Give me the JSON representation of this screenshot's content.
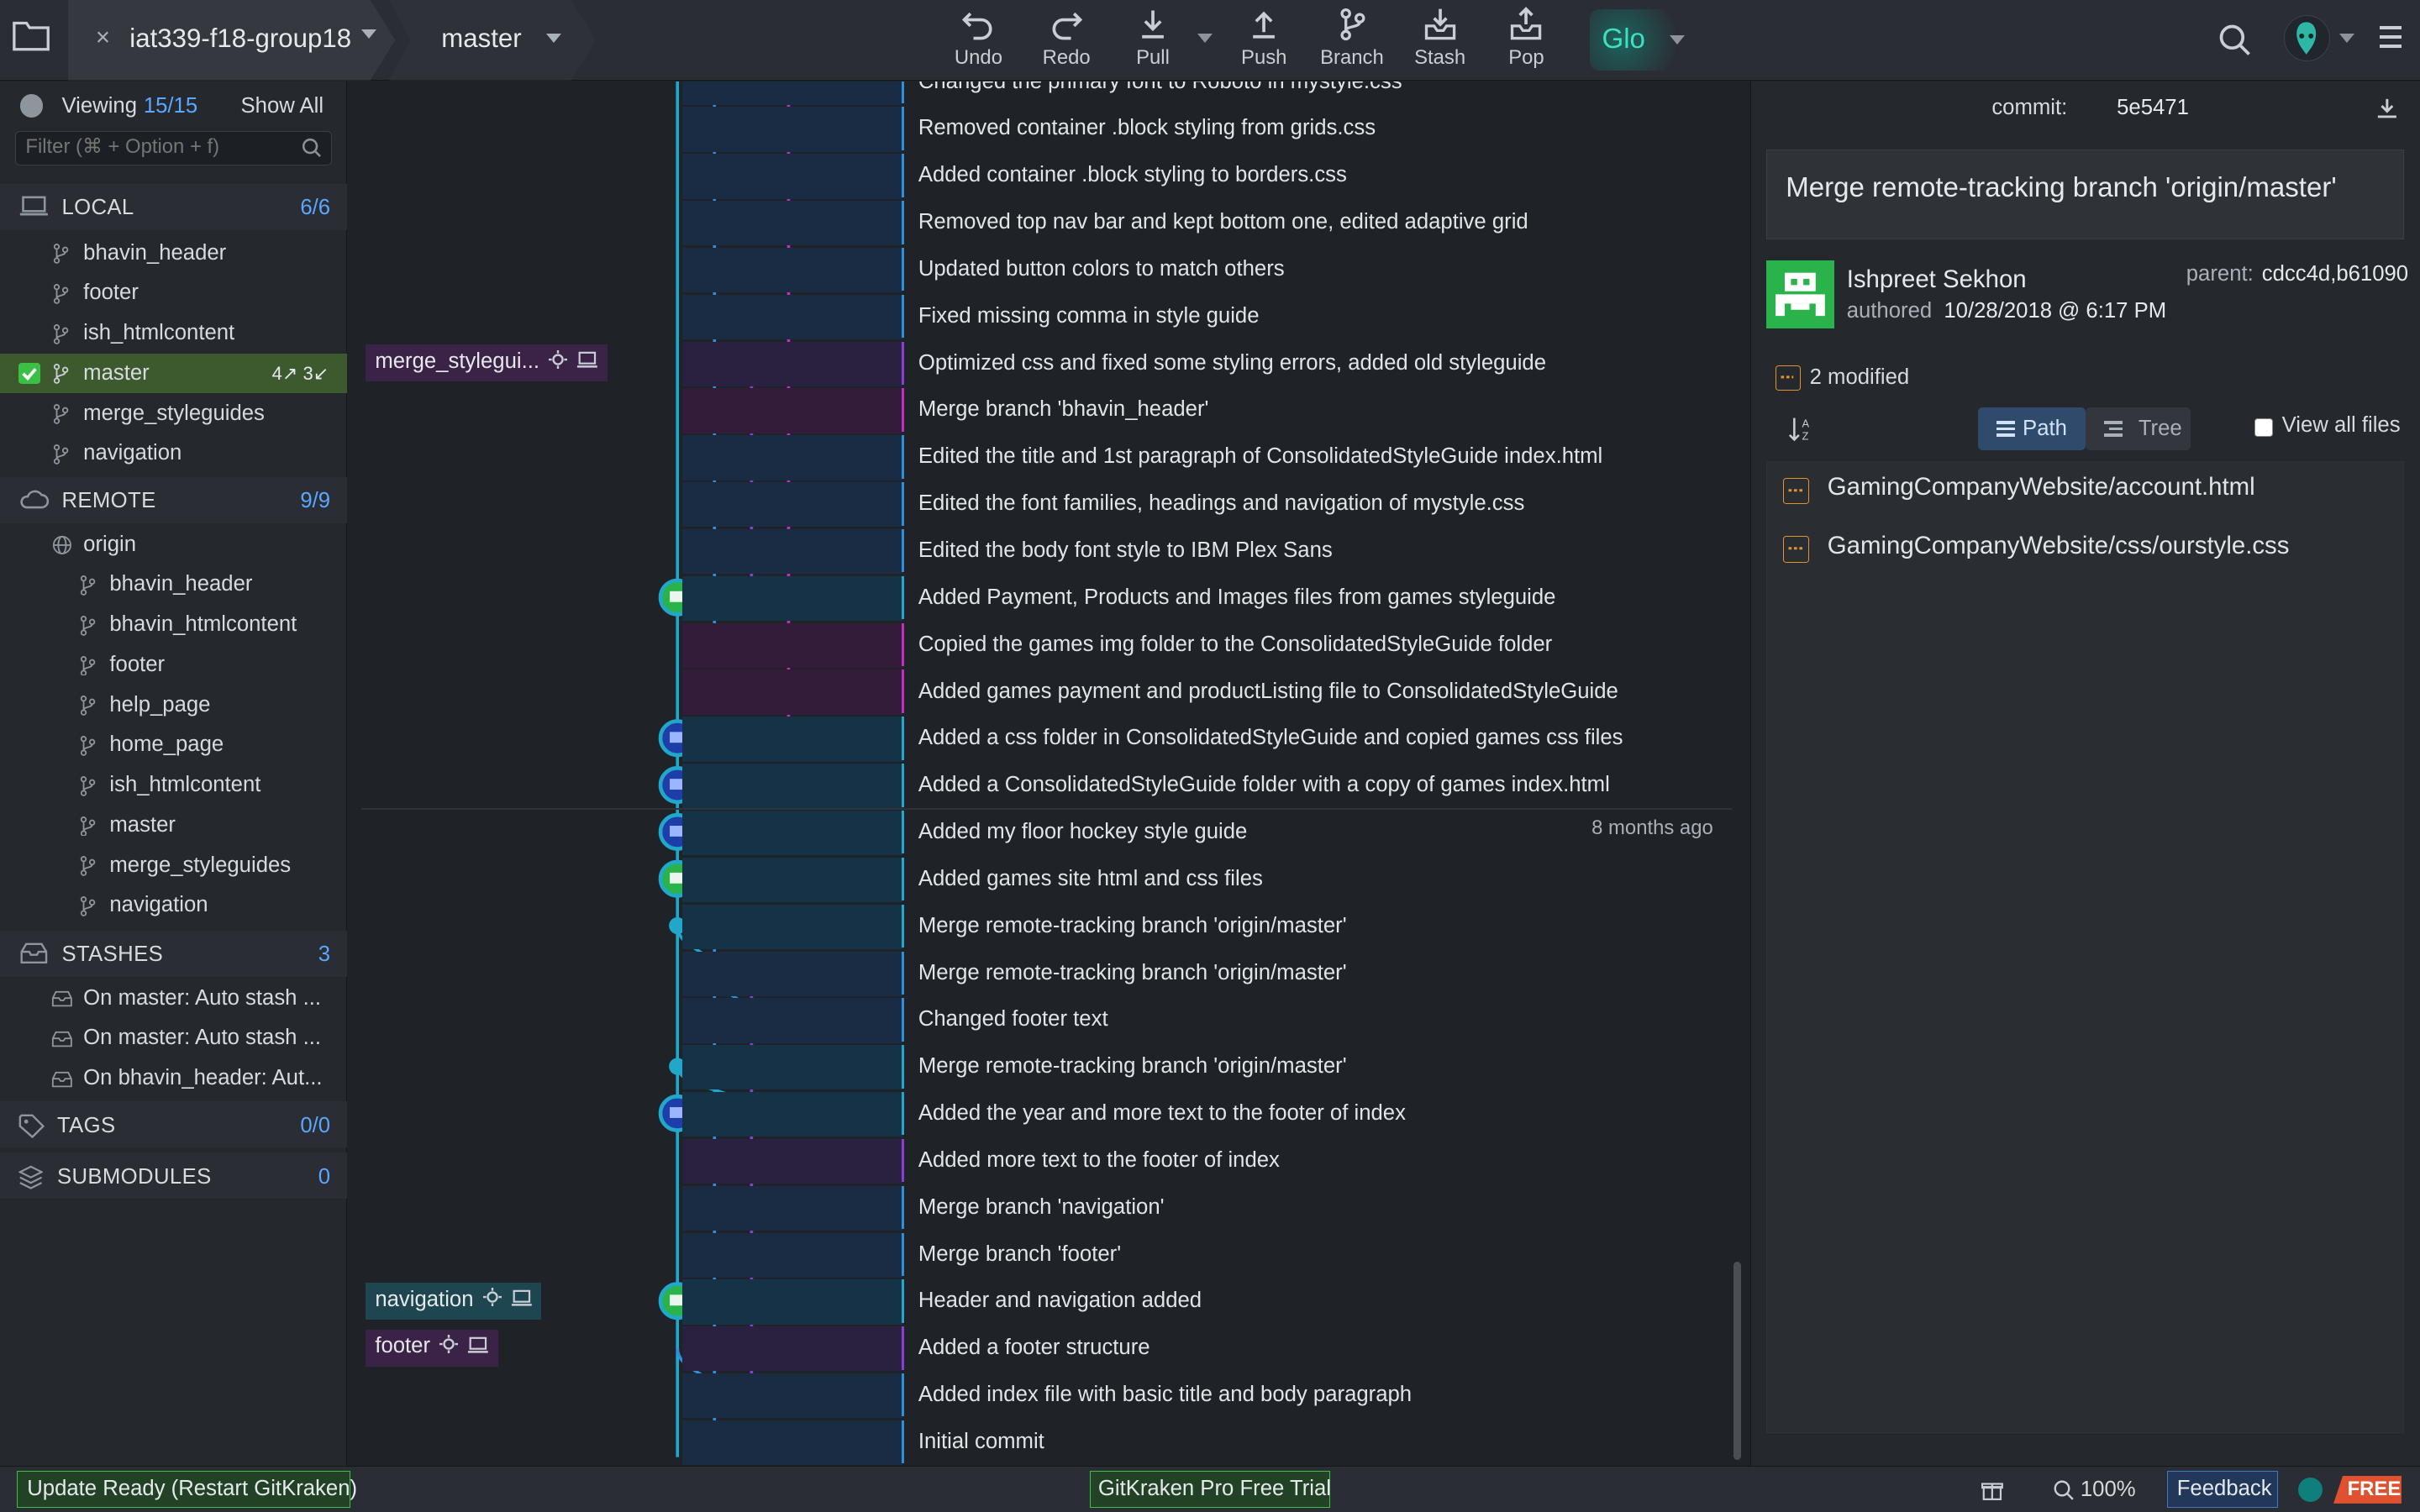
{
  "toolbar": {
    "repo_name": "iat339-f18-group18",
    "close_glyph": "×",
    "branch_name": "master",
    "tools": [
      {
        "label": "Undo",
        "icon": "undo-icon"
      },
      {
        "label": "Redo",
        "icon": "redo-icon"
      },
      {
        "label": "Pull",
        "icon": "pull-icon"
      },
      {
        "label": "Push",
        "icon": "push-icon"
      },
      {
        "label": "Branch",
        "icon": "branch-icon"
      },
      {
        "label": "Stash",
        "icon": "stash-icon"
      },
      {
        "label": "Pop",
        "icon": "pop-icon"
      }
    ],
    "glo_label": "Glo"
  },
  "left": {
    "viewing_label": "Viewing",
    "viewing_count": "15/15",
    "show_all": "Show All",
    "filter_placeholder": "Filter (⌘ + Option + f)",
    "local": {
      "label": "LOCAL",
      "count": "6/6",
      "items": [
        "bhavin_header",
        "footer",
        "ish_htmlcontent",
        "master",
        "merge_styleguides",
        "navigation"
      ],
      "active": "master",
      "active_sync": "4↗ 3↙"
    },
    "remote": {
      "label": "REMOTE",
      "count": "9/9",
      "origin": "origin",
      "items": [
        "bhavin_header",
        "bhavin_htmlcontent",
        "footer",
        "help_page",
        "home_page",
        "ish_htmlcontent",
        "master",
        "merge_styleguides",
        "navigation"
      ]
    },
    "stashes": {
      "label": "STASHES",
      "count": "3",
      "items": [
        "On master: Auto stash ...",
        "On master: Auto stash ...",
        "On bhavin_header: Aut..."
      ]
    },
    "tags": {
      "label": "TAGS",
      "count": "0/0"
    },
    "submodules": {
      "label": "SUBMODULES",
      "count": "0"
    }
  },
  "graph": {
    "commits": [
      "Changed the primary font to Roboto in mystyle.css",
      "Removed container .block styling from grids.css",
      "Added container .block styling to borders.css",
      "Removed top nav bar and kept bottom one, edited adaptive grid",
      "Updated button colors to match others",
      "Fixed missing comma in style guide",
      "Optimized css and fixed some styling errors, added old styleguide",
      "Merge branch 'bhavin_header'",
      "Edited the title and 1st paragraph of ConsolidatedStyleGuide index.html",
      "Edited the font families, headings and navigation of mystyle.css",
      "Edited the body font style to IBM Plex Sans",
      "Added Payment, Products and Images files from games styleguide",
      "Copied the games img folder to the ConsolidatedStyleGuide folder",
      "Added games payment and productListing file to ConsolidatedStyleGuide",
      "Added a css folder in ConsolidatedStyleGuide and copied games css files",
      "Added a ConsolidatedStyleGuide folder with a copy of games index.html",
      "Added my floor hockey style guide",
      "Added games site html and css files",
      "Merge remote-tracking branch 'origin/master'",
      "Merge remote-tracking branch 'origin/master'",
      "Changed footer text",
      "Merge remote-tracking branch 'origin/master'",
      "Added the year and more text to the footer of index",
      "Added more text to the footer of index",
      "Merge branch 'navigation'",
      "Merge branch 'footer'",
      "Header and navigation added",
      "Added a footer structure",
      "Added index file with basic title and body paragraph",
      "Initial commit"
    ],
    "date_label": "8 months ago",
    "branch_tags": [
      {
        "label": "merge_stylegui...",
        "row": 6
      },
      {
        "label": "navigation",
        "row": 26
      },
      {
        "label": "footer",
        "row": 27
      }
    ]
  },
  "detail": {
    "commit_label": "commit:",
    "commit_id": "5e5471",
    "message": "Merge remote-tracking branch 'origin/master'",
    "author": "Ishpreet Sekhon",
    "authored_label": "authored",
    "authored_date": "10/28/2018 @ 6:17 PM",
    "parent_label": "parent:",
    "parent_value": "cdcc4d,b61090",
    "modified": "2 modified",
    "path_label": "Path",
    "tree_label": "Tree",
    "view_all_label": "View all files",
    "files": [
      "GamingCompanyWebsite/account.html",
      "GamingCompanyWebsite/css/ourstyle.css"
    ]
  },
  "status": {
    "update": "Update Ready (Restart GitKraken)",
    "trial": "GitKraken Pro Free Trial",
    "zoom": "100%",
    "feedback": "Feedback",
    "free": "FREE"
  },
  "colors": {
    "lane_blue": "#2f8fd8",
    "lane_magenta": "#c02fc4",
    "lane_purple": "#8b3fd0",
    "lane_cyan": "#21a7c9",
    "avatar_green": "#29b34a",
    "active_branch": "#3d5a2f"
  }
}
